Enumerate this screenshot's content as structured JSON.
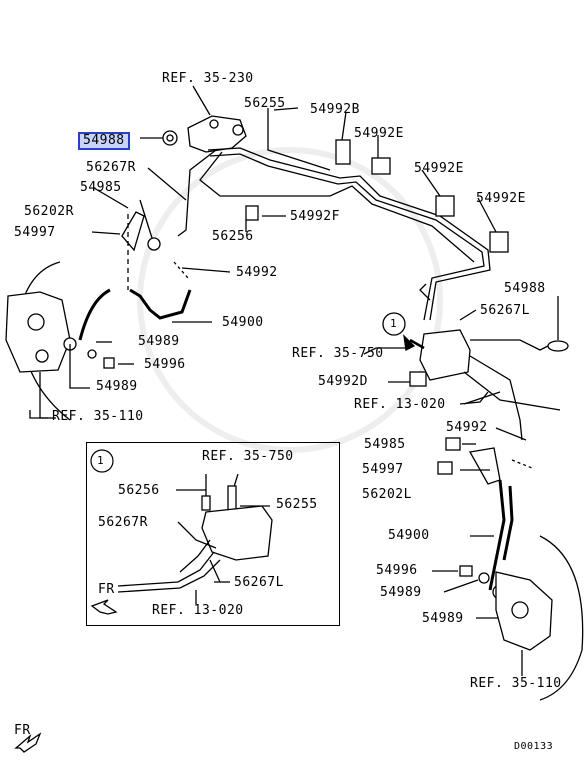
{
  "highlight_part": "54988",
  "labels": {
    "ref_35_230": "REF. 35-230",
    "p56255_top": "56255",
    "p54992B": "54992B",
    "p54988_hl": "54988",
    "p54992E_1": "54992E",
    "p56267R_top": "56267R",
    "p54992E_2": "54992E",
    "p54985_left": "54985",
    "p54992E_3": "54992E",
    "p56202R": "56202R",
    "p54992F": "54992F",
    "p54997_left": "54997",
    "p56256_top": "56256",
    "p54992": "54992",
    "p54988_right": "54988",
    "p56267L_top": "56267L",
    "p54900_left": "54900",
    "ref_35_750_main": "REF. 35-750",
    "p54989_a": "54989",
    "p54996_left": "54996",
    "p54992D": "54992D",
    "p54989_b": "54989",
    "ref_13_020_main": "REF. 13-020",
    "ref_35_110_left": "REF. 35-110",
    "p54992_right": "54992",
    "p54985_right": "54985",
    "p54997_right": "54997",
    "p56202L": "56202L",
    "p54900_right": "54900",
    "p54996_right": "54996",
    "p54989_right_a": "54989",
    "p54989_right_b": "54989",
    "ref_35_110_right": "REF. 35-110",
    "circle_1_main": "1",
    "inset_circle": "1",
    "inset_ref_35_750": "REF. 35-750",
    "inset_56256": "56256",
    "inset_56255": "56255",
    "inset_56267R": "56267R",
    "inset_56267L": "56267L",
    "inset_ref_13_020": "REF. 13-020",
    "inset_fr": "FR",
    "fr_bottom": "FR",
    "code": "D00133"
  },
  "colors": {
    "highlight_fill": "#c9d3ff",
    "highlight_border": "#2a3fc4",
    "line": "#000000"
  }
}
